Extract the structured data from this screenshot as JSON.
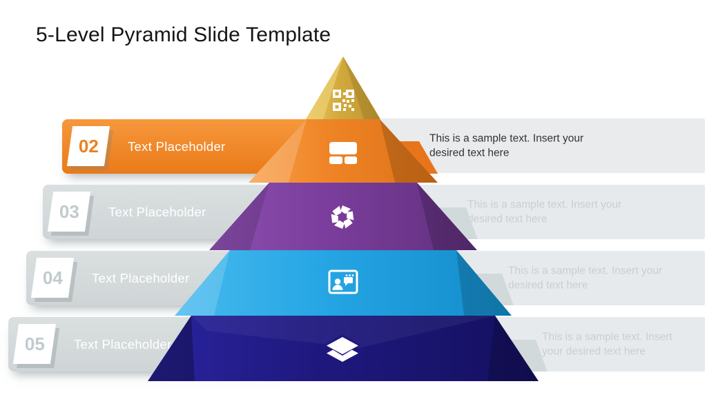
{
  "slide": {
    "title": "5-Level Pyramid Slide Template"
  },
  "left_rows": [
    {
      "number": "02",
      "label": "Text Placeholder",
      "active": true
    },
    {
      "number": "03",
      "label": "Text Placeholder",
      "active": false
    },
    {
      "number": "04",
      "label": "Text Placeholder",
      "active": false
    },
    {
      "number": "05",
      "label": "Text Placeholder",
      "active": false
    }
  ],
  "right_rows": [
    {
      "text": "This is a sample text. Insert your\ndesired text here",
      "emphasized": true
    },
    {
      "text": "This is a sample text. Insert your\ndesired text here",
      "emphasized": false
    },
    {
      "text": "This is a sample text. Insert your\ndesired text here",
      "emphasized": false
    },
    {
      "text": "This is a sample text. Insert\nyour desired text here",
      "emphasized": false
    }
  ],
  "pyramid": {
    "levels": [
      {
        "icon": "qr-code-icon",
        "color": "#D2A93C"
      },
      {
        "icon": "layout-icon",
        "color": "#EF8426"
      },
      {
        "icon": "aperture-icon",
        "color": "#7A3D9B"
      },
      {
        "icon": "video-call-icon",
        "color": "#25A5E4"
      },
      {
        "icon": "layers-icon",
        "color": "#1F1980"
      }
    ]
  },
  "colors": {
    "accent_orange": "#EA7A19",
    "bar_gray": "#D3D9DA",
    "right_bar_gray": "#E7EAEC",
    "faded_text": "#C7CFD3",
    "dark_text": "#333333",
    "title_text": "#151515"
  }
}
